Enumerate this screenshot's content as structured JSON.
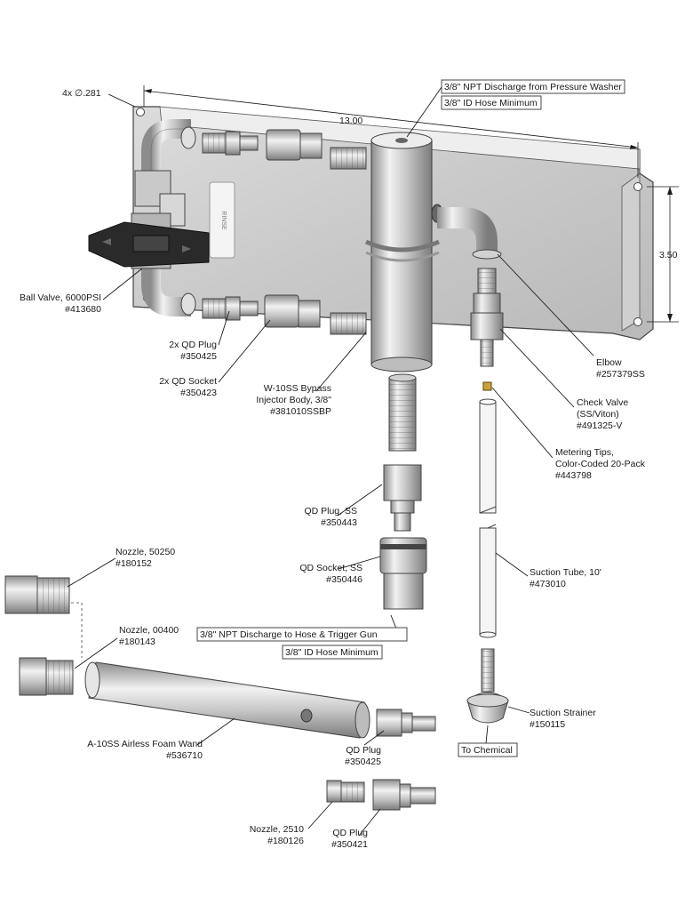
{
  "dimensions": {
    "holes": "4x ∅.281",
    "width": "13.00",
    "height": "3.50"
  },
  "boxed_labels": {
    "npt_discharge_washer": "3/8\" NPT Discharge from Pressure Washer",
    "id_hose_min_top": "3/8\" ID Hose Minimum",
    "npt_discharge_gun": "3/8\" NPT Discharge to Hose & Trigger Gun",
    "id_hose_min_bottom": "3/8\" ID Hose Minimum",
    "to_chemical": "To Chemical"
  },
  "handle_text": "RINSE",
  "parts": {
    "ball_valve": {
      "name": "Ball Valve, 6000PSI",
      "number": "#413680"
    },
    "qd_plug_2x": {
      "name": "2x QD Plug",
      "number": "#350425"
    },
    "qd_socket_2x": {
      "name": "2x QD Socket",
      "number": "#350423"
    },
    "injector_body": {
      "name": "W-10SS Bypass",
      "name2": "Injector Body, 3/8\"",
      "number": "#381010SSBP"
    },
    "elbow": {
      "name": "Elbow",
      "number": "#257379SS"
    },
    "check_valve": {
      "name": "Check Valve",
      "name2": "(SS/Viton)",
      "number": "#491325-V"
    },
    "metering_tips": {
      "name": "Metering Tips,",
      "name2": "Color-Coded 20-Pack",
      "number": "#443798"
    },
    "qd_plug_ss": {
      "name": "QD Plug, SS",
      "number": "#350443"
    },
    "qd_socket_ss": {
      "name": "QD Socket, SS",
      "number": "#350446"
    },
    "suction_tube": {
      "name": "Suction Tube, 10'",
      "number": "#473010"
    },
    "nozzle_50250": {
      "name": "Nozzle, 50250",
      "number": "#180152"
    },
    "nozzle_00400": {
      "name": "Nozzle, 00400",
      "number": "#180143"
    },
    "foam_wand": {
      "name": "A-10SS Airless Foam Wand",
      "number": "#536710"
    },
    "qd_plug_wand": {
      "name": "QD Plug",
      "number": "#350425"
    },
    "suction_strainer": {
      "name": "Suction Strainer",
      "number": "#150115"
    },
    "nozzle_2510": {
      "name": "Nozzle, 2510",
      "number": "#180126"
    },
    "qd_plug_350421": {
      "name": "QD Plug",
      "number": "#350421"
    }
  },
  "colors": {
    "steel_light": "#e6e6e6",
    "steel_mid": "#b8b8b8",
    "steel_dark": "#7a7a7a",
    "handle": "#2a2a2a"
  }
}
